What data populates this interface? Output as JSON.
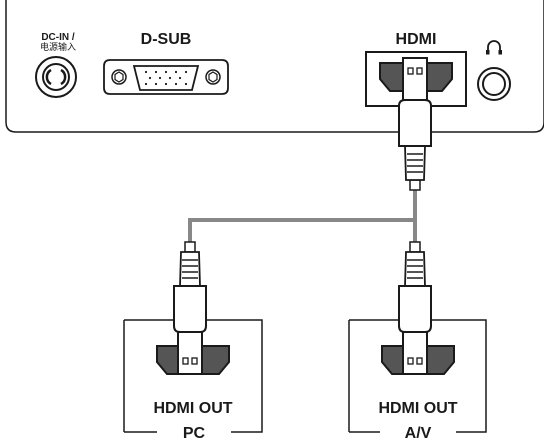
{
  "monitor_panel": {
    "dc_in_label": "DC-IN /",
    "dc_in_label_cn": "电源输入",
    "dsub_label": "D-SUB",
    "hdmi_label": "HDMI"
  },
  "devices": [
    {
      "port_label": "HDMI OUT",
      "device_label": "PC"
    },
    {
      "port_label": "HDMI OUT",
      "device_label": "A/V"
    }
  ],
  "colors": {
    "stroke": "#1a1a1a",
    "port_fill": "#555555",
    "cable": "#888888",
    "panel_bg": "#ffffff"
  }
}
